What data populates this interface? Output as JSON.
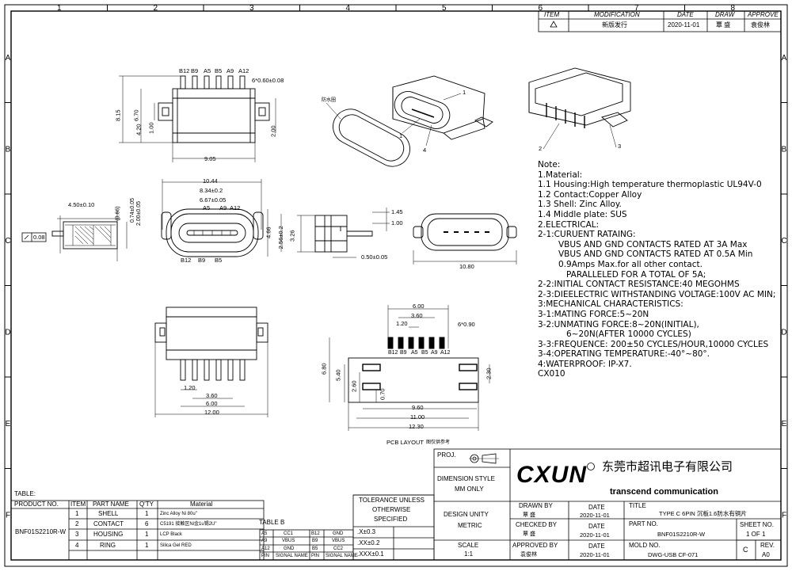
{
  "border": {
    "cols": [
      "1",
      "2",
      "3",
      "4",
      "5",
      "6",
      "7",
      "8"
    ],
    "rows": [
      "A",
      "B",
      "C",
      "D",
      "E",
      "F"
    ]
  },
  "revision": {
    "headers": [
      "ITEM",
      "MODIFICATION",
      "DATE",
      "DRAW",
      "APPROVE"
    ],
    "row": {
      "item": "",
      "modification": "新版发行",
      "date": "2020-11-01",
      "draw": "覃 盛",
      "approve": "袁俊林"
    }
  },
  "views": {
    "top": {
      "pins": [
        "B12",
        "B9",
        "A5",
        "B5",
        "A9",
        "A12"
      ],
      "dims": [
        "6*0.60±0.08",
        "8.15",
        "6.70",
        "4.20",
        "1.00",
        "2.00",
        "9.05"
      ]
    },
    "front": {
      "dims": [
        "10.44",
        "8.34±0.2",
        "6.67±0.05",
        "A5",
        "A9",
        "A12",
        "B12",
        "B9",
        "B5",
        "4.66",
        "2.56±0.2"
      ]
    },
    "sideleft": {
      "dims": [
        "4.50±0.10",
        "(0.66)",
        "0.74±0.05",
        "2.00±0.05",
        "0.08"
      ]
    },
    "side": {
      "dims": [
        "1.45",
        "1.00",
        "3.26",
        "0.50±0.05"
      ]
    },
    "rear": {
      "dims": [
        "10.80"
      ]
    },
    "bottom": {
      "dims": [
        "1.20",
        "3.60",
        "6.00",
        "12.00"
      ]
    },
    "iso": {
      "labels": [
        "1",
        "2",
        "3",
        "4",
        "1"
      ],
      "ring_label": "防水圈"
    },
    "pcb": {
      "title": "PCB LAYOUT",
      "title_cn": "图仅供参考",
      "pins": [
        "B12",
        "B9",
        "A5",
        "B5",
        "A9",
        "A12"
      ],
      "dims": [
        "6.00",
        "3.60",
        "1.20",
        "6*0.90",
        "6.80",
        "5.40",
        "2.60",
        "0.70",
        "2.30",
        "9.60",
        "11.00",
        "12.30"
      ]
    }
  },
  "notes": [
    "Note:",
    "1.Material:",
    "1.1  Housing:High temperature thermoplastic  UL94V-0",
    "1.2  Contact:Copper Alloy",
    "1.3  Shell:  Zinc Alloy.",
    "1.4  Middle plate: SUS",
    "2.ELECTRICAL:",
    "2-1:CURUENT RATAING:",
    "VBUS AND GND CONTACTS RATED AT 3A Max",
    "VBUS AND GND CONTACTS RATED AT 0.5A Min",
    "0.9Amps Max.for all other contact.",
    "PARALLELED FOR A TOTAL OF 5A;",
    "2-2:INITIAL CONTACT RESISTANCE:40 MEGOHMS",
    "2-3:DIEELECTRIC WITHSTANDING VOLTAGE:100V AC MIN;",
    "3:MECHANICAL CHARACTERISTICS:",
    "3-1:MATING FORCE:5~20N",
    "3-2:UNMATING FORCE:8~20N(INITIAL),",
    "6~20N(AFTER 10000 CYCLES)",
    "3-3:FREQUENCE: 200±50 CYCLES/HOUR,10000 CYCLES",
    "3-4:OPERATING TEMPERATURE:-40°~80°.",
    "4:WATERPROOF: IP-X7.",
    "CX010"
  ],
  "bom": {
    "table_label": "TABLE:",
    "headers": [
      "PRODUCT NO.",
      "ITEM",
      "PART NAME",
      "Q'TY",
      "Material"
    ],
    "product_no": "BNF01S2210R-W",
    "rows": [
      {
        "item": "1",
        "name": "SHELL",
        "qty": "1",
        "material": "Zinc Alloy Ni 80u\""
      },
      {
        "item": "2",
        "name": "CONTACT",
        "qty": "6",
        "material": "C5191 接触区Ni金1u锡2U\""
      },
      {
        "item": "3",
        "name": "HOUSING",
        "qty": "1",
        "material": "LCP Black"
      },
      {
        "item": "4",
        "name": "RING",
        "qty": "1",
        "material": "Silica Gel RED"
      }
    ]
  },
  "table_b": {
    "label": "TABLE B",
    "rows": [
      [
        "A5",
        "CC1",
        "B12",
        "GND"
      ],
      [
        "A9",
        "VBUS",
        "B9",
        "VBUS"
      ],
      [
        "A12",
        "GND",
        "B5",
        "CC2"
      ],
      [
        "PIN",
        "SIGNAL NAME",
        "PIN",
        "SIGNAL NAME"
      ]
    ]
  },
  "title_block": {
    "tolerance": [
      "TOLERANCE UNLESS",
      "OTHERWISE",
      "SPECIFIED"
    ],
    "tol_values": [
      ".X±0.3",
      ".XX±0.2",
      ".XXX±0.1"
    ],
    "proj": "PROJ.",
    "dimension_style": "DIMENSION STYLE",
    "mm_only": "MM ONLY",
    "design_unity": "DESIGN UNITY",
    "metric": "METRIC",
    "scale_label": "SCALE",
    "scale": "1:1",
    "logo": "CXUN",
    "company_cn": "东莞市超讯电子有限公司",
    "company_en": "transcend communication",
    "drawn_by": "DRAWN BY",
    "checked_by": "CHECKED BY",
    "approved_by": "APPROVED BY",
    "date_label": "DATE",
    "drawn_name": "覃 盛",
    "checked_name": "覃 盛",
    "approved_name": "袁俊林",
    "date": "2020-11-01",
    "title_label": "TITLE",
    "title": "TYPE C 6PIN 沉板1.6防水有铜片",
    "part_no_label": "PART NO.",
    "part_no": "BNF01S2210R-W",
    "mold_label": "MOLD NO.",
    "mold_no": "DWG-USB CF-071",
    "sheet_label": "SHEET NO.",
    "sheet": "1 OF 1",
    "size": "C",
    "rev_label": "REV.",
    "rev": "A0"
  }
}
